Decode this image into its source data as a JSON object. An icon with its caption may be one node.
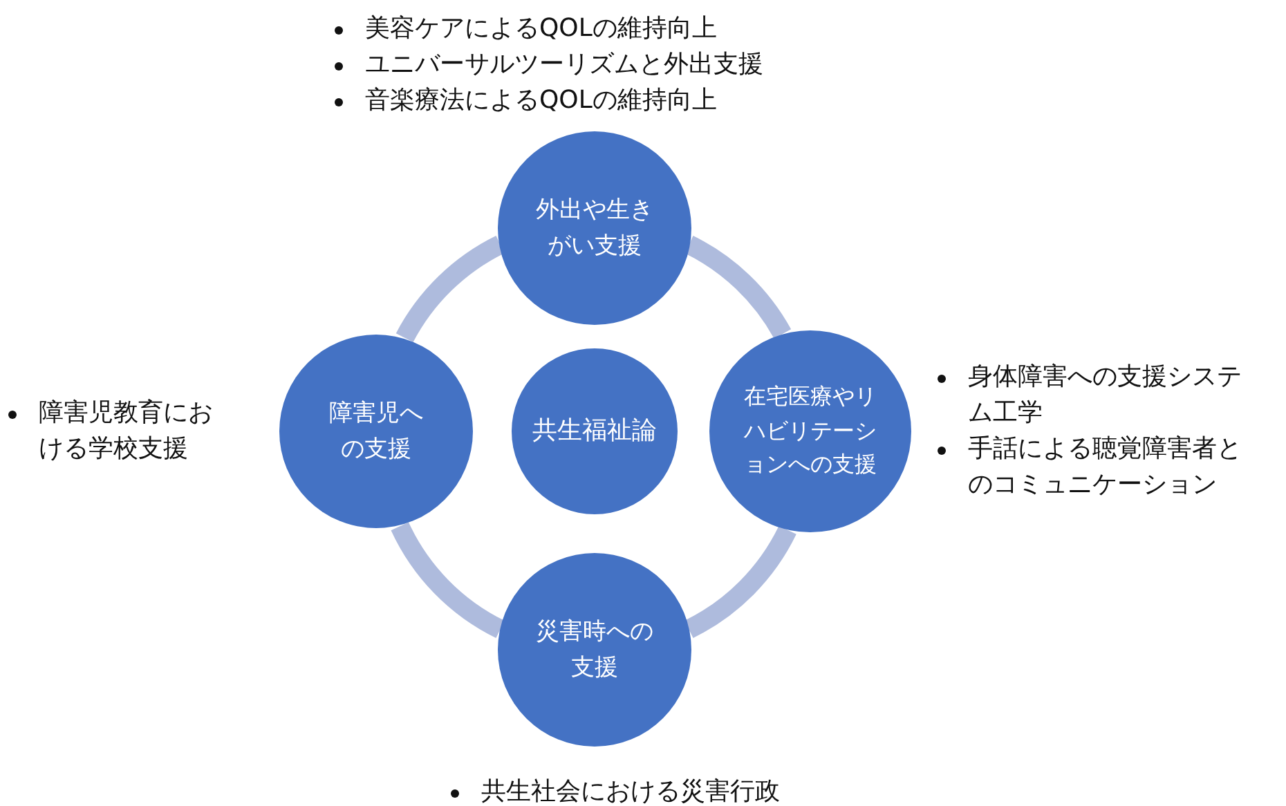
{
  "diagram": {
    "nodes": [
      {
        "text": [
          "共生福祉論"
        ]
      },
      {
        "text": [
          "外出や生きがい支援"
        ],
        "beside": [
          "美容ケアによるQOLの維持向上",
          "ユニバーサルツーリズムと外出支援",
          "音楽療法によるQOLの維持向上"
        ]
      },
      {
        "text": [
          "在宅医療やリハビリテーションへの支援"
        ],
        "beside": [
          "身体障害への支援システム工学",
          "手話による聴覚障害者とのコミュニケーション"
        ]
      },
      {
        "text": [
          "災害時への支援"
        ],
        "beside": [
          "共生社会における災害行政"
        ]
      },
      {
        "text": [
          "障害児への支援"
        ],
        "beside": [
          "障害児教育における学校支援"
        ]
      }
    ],
    "edges": [
      {
        "from": 1,
        "to": 2,
        "arrow": "none"
      },
      {
        "from": 2,
        "to": 3,
        "arrow": "none"
      },
      {
        "from": 3,
        "to": 4,
        "arrow": "none"
      },
      {
        "from": 4,
        "to": 1,
        "arrow": "none"
      }
    ]
  }
}
